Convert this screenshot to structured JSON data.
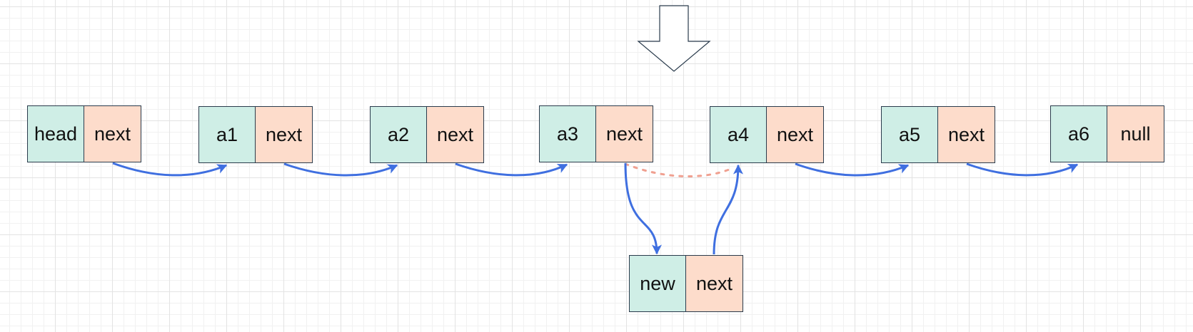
{
  "nodes": [
    {
      "id": "head",
      "data": "head",
      "ptr": "next"
    },
    {
      "id": "a1",
      "data": "a1",
      "ptr": "next"
    },
    {
      "id": "a2",
      "data": "a2",
      "ptr": "next"
    },
    {
      "id": "a3",
      "data": "a3",
      "ptr": "next"
    },
    {
      "id": "a4",
      "data": "a4",
      "ptr": "next"
    },
    {
      "id": "a5",
      "data": "a5",
      "ptr": "next"
    },
    {
      "id": "a6",
      "data": "a6",
      "ptr": "null"
    }
  ],
  "new_node": {
    "id": "new",
    "data": "new",
    "ptr": "next"
  },
  "colors": {
    "data_cell": "#cfeee6",
    "pointer_cell": "#fddccb",
    "border": "#2a3b4c",
    "arrow": "#3f6fe0",
    "removed_link": "#f0a090"
  },
  "icons": {
    "insert_marker": "down-arrow-icon"
  }
}
